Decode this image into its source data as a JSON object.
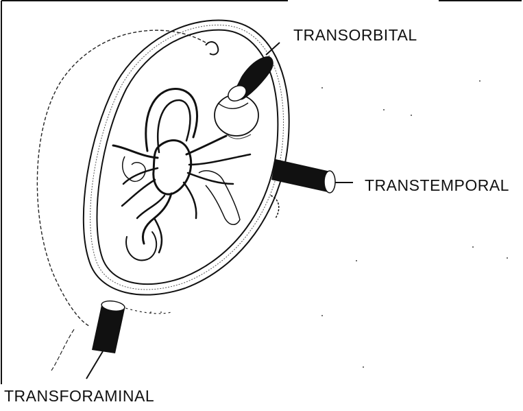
{
  "labels": {
    "transorbital": "TRANSORBITAL",
    "transtemporal": "TRANSTEMPORAL",
    "transforaminal": "TRANSFORAMINAL"
  },
  "colors": {
    "ink": "#111111",
    "background": "#ffffff"
  }
}
